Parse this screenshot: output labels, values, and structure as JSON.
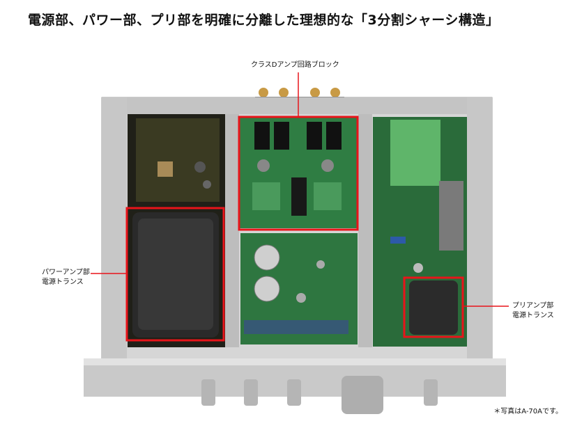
{
  "heading": "電源部、パワー部、プリ部を明確に分離した理想的な「3分割シャーシ構造」",
  "labels": {
    "classd_block": "クラスDアンプ回路ブロック",
    "power_trans_line1": "パワーアンプ部",
    "power_trans_line2": "電源トランス",
    "pre_trans_line1": "プリアンプ部",
    "pre_trans_line2": "電源トランス"
  },
  "caption": "＊写真はA-70Aです。",
  "colors": {
    "highlight": "#e8141a",
    "pcb_green": "#2f7d43",
    "chassis_silver": "#d9d9d9",
    "transformer": "#2a2a2a"
  }
}
